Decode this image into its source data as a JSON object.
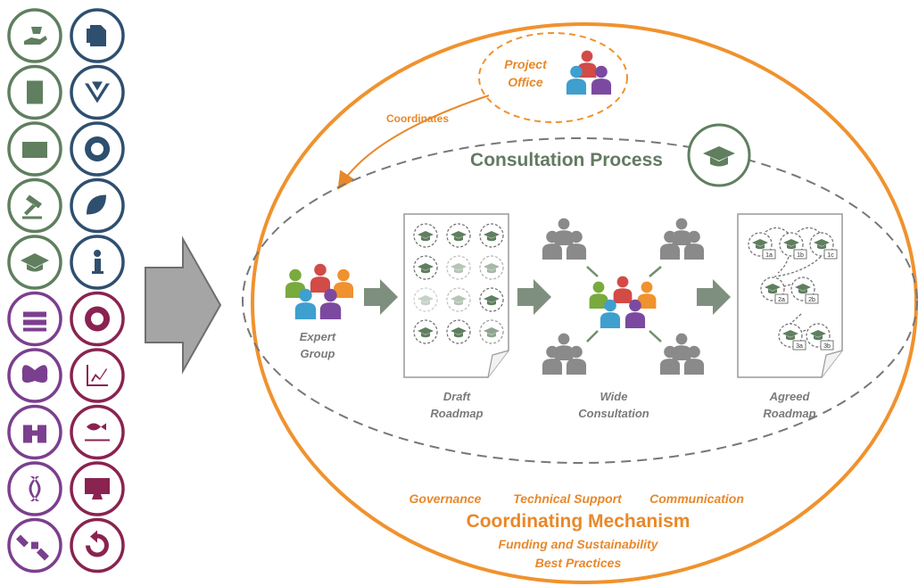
{
  "colors": {
    "green_icon": "#5f7f5f",
    "navy_icon": "#2f4f6f",
    "purple_icon": "#7b3f8f",
    "maroon_icon": "#8a2350",
    "orange": "#f0922e",
    "dashed_grey": "#777777",
    "arrow_grey": "#a8a8a8",
    "step_arrow": "#7f8f7f"
  },
  "left_icons": [
    {
      "name": "hand-care-icon",
      "color": "#5f7f5f"
    },
    {
      "name": "documents-icon",
      "color": "#2f4f6f"
    },
    {
      "name": "checklist-icon",
      "color": "#5f7f5f"
    },
    {
      "name": "vectors-icon",
      "color": "#2f4f6f"
    },
    {
      "name": "server-icon",
      "color": "#5f7f5f"
    },
    {
      "name": "globe-icon",
      "color": "#2f4f6f"
    },
    {
      "name": "gavel-icon",
      "color": "#5f7f5f"
    },
    {
      "name": "leaf-ruler-icon",
      "color": "#2f4f6f"
    },
    {
      "name": "graduation-cap-icon",
      "color": "#5f7f5f"
    },
    {
      "name": "info-icon",
      "color": "#2f4f6f"
    },
    {
      "name": "books-icon",
      "color": "#7b3f8f"
    },
    {
      "name": "search-gear-icon",
      "color": "#8a2350"
    },
    {
      "name": "butterfly-icon",
      "color": "#7b3f8f"
    },
    {
      "name": "trend-chart-icon",
      "color": "#8a2350"
    },
    {
      "name": "binoculars-icon",
      "color": "#7b3f8f"
    },
    {
      "name": "fish-network-icon",
      "color": "#8a2350"
    },
    {
      "name": "dna-icon",
      "color": "#7b3f8f"
    },
    {
      "name": "monitor-icon",
      "color": "#8a2350"
    },
    {
      "name": "satellite-icon",
      "color": "#7b3f8f"
    },
    {
      "name": "refresh-icon",
      "color": "#8a2350"
    }
  ],
  "project_office": {
    "line1": "Project",
    "line2": "Office"
  },
  "coordinates_label": "Coordinates",
  "consultation_title": "Consultation Process",
  "steps": {
    "expert": {
      "line1": "Expert",
      "line2": "Group"
    },
    "draft": {
      "line1": "Draft",
      "line2": "Roadmap"
    },
    "wide": {
      "line1": "Wide",
      "line2": "Consultation"
    },
    "agreed": {
      "line1": "Agreed",
      "line2": "Roadmap"
    }
  },
  "roadmap_tags": [
    "1a",
    "1b",
    "1c",
    "2a",
    "2b",
    "3a",
    "3b"
  ],
  "mechanism": {
    "governance": "Governance",
    "technical_support": "Technical Support",
    "communication": "Communication",
    "title": "Coordinating Mechanism",
    "funding": "Funding and Sustainability",
    "best_practices": "Best Practices"
  }
}
